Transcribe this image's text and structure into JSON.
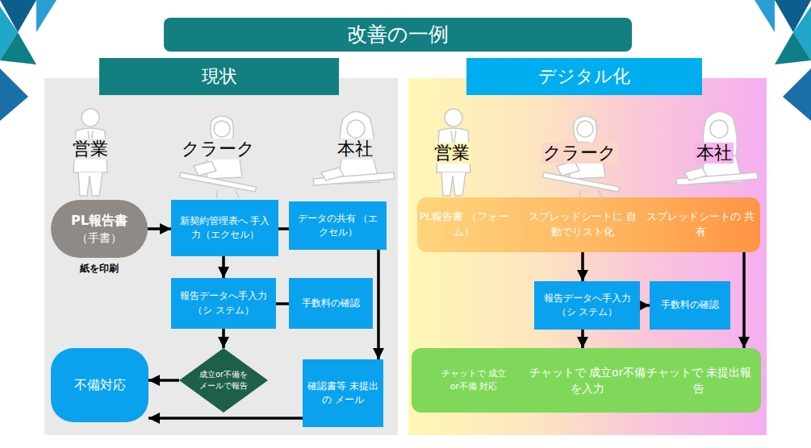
{
  "diagram": {
    "title": "改善の一例",
    "nodes": [
      {
        "text": [
          "現状"
        ]
      },
      {
        "text": [
          "PL報告書",
          "（手書）"
        ],
        "in": 0
      },
      {
        "text": [
          "新契約管理表へ 手入力（エクセル）"
        ],
        "in": 0
      },
      {
        "text": [
          "データの共有 （エクセル）"
        ],
        "in": 0
      },
      {
        "text": [
          "報告データへ手入力（シ ステム）"
        ],
        "in": 0
      },
      {
        "text": [
          "手数料の確認"
        ],
        "in": 0
      },
      {
        "text": [
          "成立or不備を メールで報告"
        ],
        "in": 0
      },
      {
        "text": [
          "不備対応"
        ],
        "in": 0
      },
      {
        "text": [
          "確認書等 未提出の メール"
        ],
        "in": 0
      },
      {
        "text": [
          "デジタル化"
        ]
      },
      {
        "text": [
          "PL報告書 （フォーム）",
          "スプレッドシートに 自動でリスト化",
          "スプレッドシートの 共有"
        ],
        "in": 9
      },
      {
        "text": [
          "報告データへ手入力（シ ステム）"
        ],
        "in": 9
      },
      {
        "text": [
          "手数料の確認"
        ],
        "in": 9
      },
      {
        "text": [
          "チャットで 成立or不備 対応",
          "チャットで 成立or不備を入力",
          "チャットで 未提出報告"
        ],
        "in": 9
      }
    ],
    "edges": [
      {
        "from": 1,
        "to": 2,
        "arrow": "to"
      },
      {
        "from": 2,
        "to": 3,
        "arrow": "none"
      },
      {
        "from": 3,
        "to": 8,
        "arrow": "to"
      },
      {
        "from": 2,
        "to": 4,
        "arrow": "to"
      },
      {
        "from": 4,
        "to": 5,
        "arrow": "none"
      },
      {
        "from": 4,
        "to": 6,
        "arrow": "to"
      },
      {
        "from": 6,
        "to": 7,
        "arrow": "to"
      },
      {
        "from": 8,
        "to": 7,
        "arrow": "to"
      },
      {
        "from": 10,
        "to": 11,
        "arrow": "to"
      },
      {
        "from": 11,
        "to": 12,
        "arrow": "to"
      },
      {
        "from": 11,
        "to": 13,
        "arrow": "to"
      },
      {
        "from": 10,
        "to": 13,
        "arrow": "to"
      }
    ],
    "labels": [
      "営業",
      "クラーク",
      "本社",
      "紙を印刷",
      "営業",
      "クラーク",
      "本社"
    ]
  }
}
